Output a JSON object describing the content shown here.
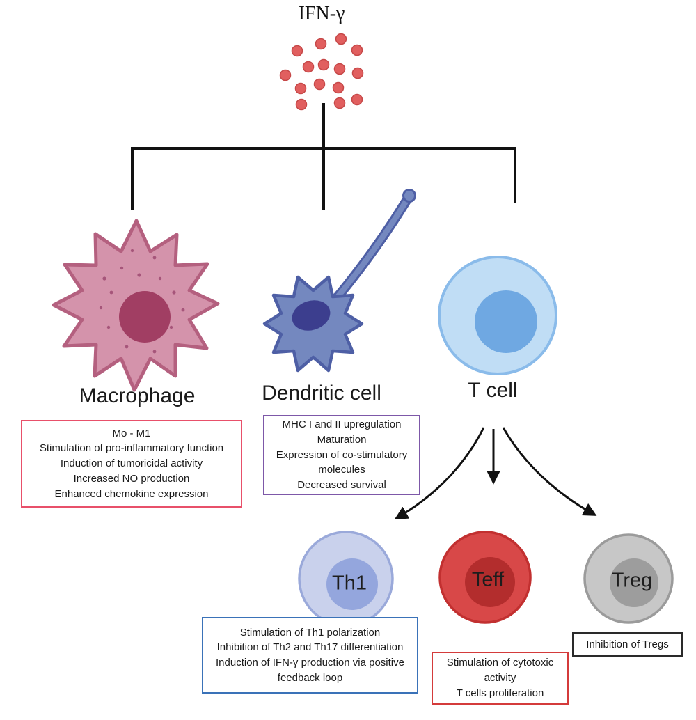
{
  "title": "IFN-γ",
  "cells": {
    "macrophage": {
      "label": "Macrophage"
    },
    "dendritic": {
      "label": "Dendritic cell"
    },
    "tcell": {
      "label": "T cell"
    },
    "th1": {
      "label": "Th1"
    },
    "teff": {
      "label": "Teff"
    },
    "treg": {
      "label": "Treg"
    }
  },
  "boxes": {
    "macrophage": {
      "border_color": "#e8506a",
      "lines": [
        "Mo - M1",
        "Stimulation of pro-inflammatory function",
        "Induction of tumoricidal activity",
        "Increased NO production",
        "Enhanced chemokine expression"
      ]
    },
    "dendritic": {
      "border_color": "#7d58a8",
      "lines": [
        "MHC I and II upregulation",
        "Maturation",
        "Expression of co-stimulatory molecules",
        "Decreased survival"
      ]
    },
    "th1": {
      "border_color": "#3a72b8",
      "lines": [
        "Stimulation of Th1 polarization",
        "Inhibition of Th2 and Th17 differentiation",
        "Induction of IFN-γ production via positive feedback loop"
      ]
    },
    "teff": {
      "border_color": "#d43b3b",
      "lines": [
        "Stimulation of cytotoxic activity",
        "T cells proliferation"
      ]
    },
    "treg": {
      "border_color": "#2a2a2a",
      "lines": [
        "Inhibition of Tregs"
      ]
    }
  },
  "colors": {
    "macrophage_body": "#d493ab",
    "macrophage_nucleus": "#a13e63",
    "dendritic_body": "#7488bf",
    "dendritic_nucleus": "#3c3e8e",
    "tcell_body": "#c0ddf5",
    "tcell_nucleus": "#6fa8e2",
    "th1_body": "#c9d1ec",
    "th1_nucleus": "#94a6dd",
    "teff_body": "#d84848",
    "teff_nucleus": "#b32d2d",
    "treg_body": "#c7c7c7",
    "treg_nucleus": "#9d9d9d",
    "ifn_molecule": "#e15f5f",
    "connector": "#111111"
  }
}
